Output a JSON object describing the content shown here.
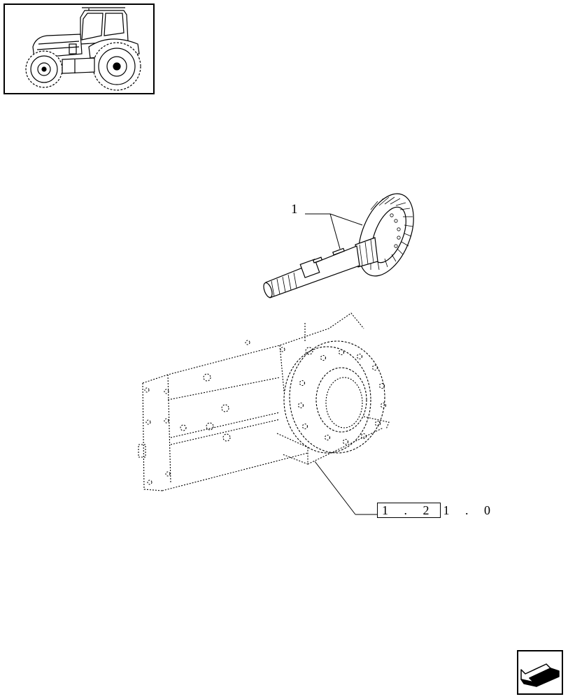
{
  "callouts": [
    {
      "label": "1"
    }
  ],
  "reference": {
    "boxed": "1 . 2",
    "rest": "1 . 0"
  },
  "icons": {
    "thumbnail": "tractor-thumbnail-icon",
    "navigation": "page-arrow-icon"
  }
}
